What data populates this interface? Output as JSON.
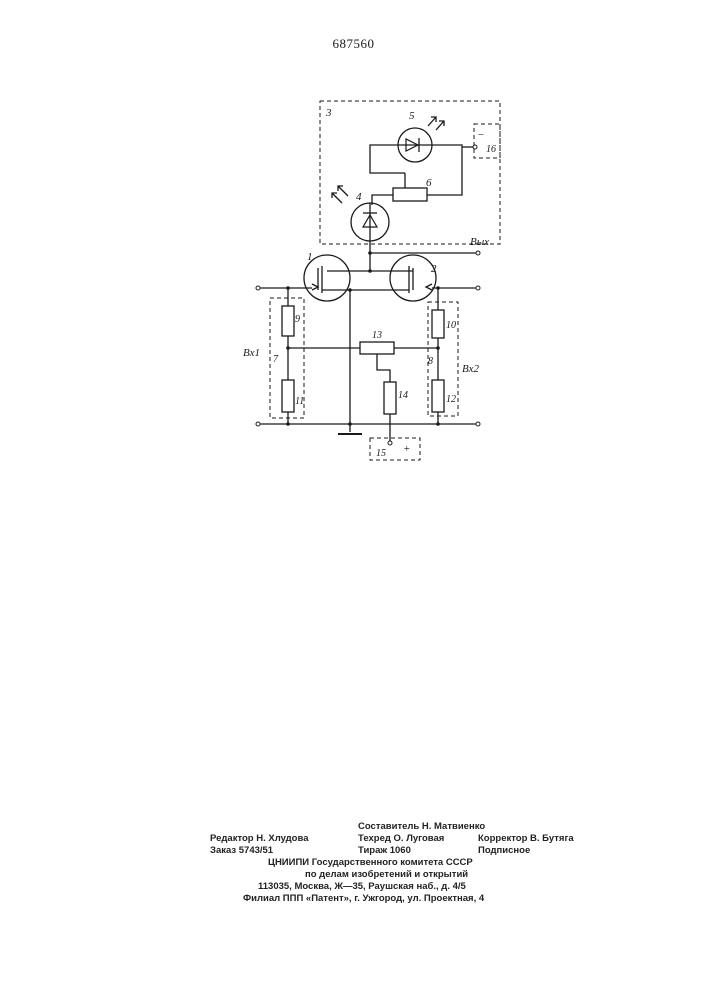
{
  "document": {
    "patent_number": "687560"
  },
  "diagram": {
    "labels": {
      "n1": "1",
      "n2": "2",
      "n3": "3",
      "n4": "4",
      "n5": "5",
      "n6": "6",
      "n7": "7",
      "n8": "8",
      "n9": "9",
      "n10": "10",
      "n11": "11",
      "n12": "12",
      "n13": "13",
      "n14": "14",
      "n15": "15",
      "n16": "16",
      "out": "Вых",
      "in1": "Вх1",
      "in2": "Вх2",
      "minus": "−",
      "plus": "+"
    }
  },
  "imprint": {
    "compiler": "Составитель Н. Матвиенко",
    "editor": "Редактор Н. Хлудова",
    "techred": "Техред О. Луговая",
    "corrector": "Корректор В. Бутяга",
    "order": "Заказ 5743/51",
    "print_run": "Тираж 1060",
    "subscription": "Подписное",
    "org_line1": "ЦНИИПИ Государственного комитета СССР",
    "org_line2": "по делам изобретений и открытий",
    "address": "113035, Москва, Ж—35, Раушская наб., д. 4/5",
    "branch": "Филиал ППП «Патент», г. Ужгород, ул. Проектная, 4"
  }
}
